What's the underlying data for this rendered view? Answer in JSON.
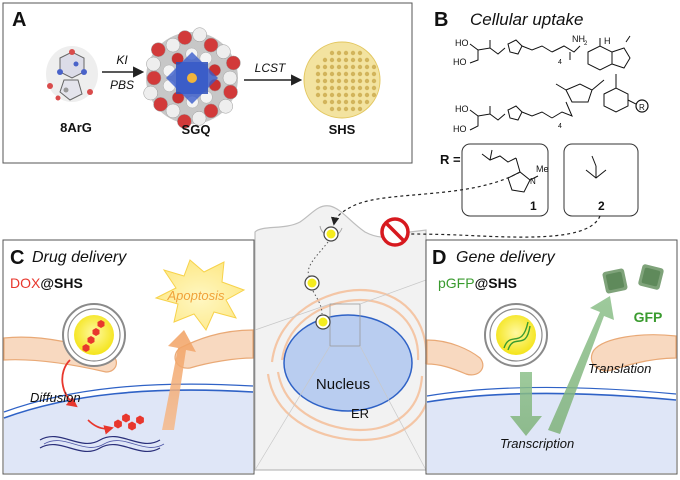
{
  "panelA": {
    "letter": "A",
    "reagent_top": "KI",
    "reagent_bottom": "PBS",
    "lcst": "LCST",
    "label_8arg": "8ArG",
    "label_sgq": "SGQ",
    "label_shs": "SHS"
  },
  "panelB": {
    "letter": "B",
    "title": "Cellular uptake",
    "r_label": "R =",
    "r_circle": "R",
    "n4a": "4",
    "n4b": "4",
    "nh2": "NH",
    "nh2_sub": "2",
    "h": "H",
    "ho1": "HO",
    "ho2": "HO",
    "ho3": "HO",
    "ho4": "HO",
    "me": "Me",
    "n_me": "N",
    "compound1": "1",
    "compound2": "2"
  },
  "panelC": {
    "letter": "C",
    "title": "Drug delivery",
    "dox": "DOX",
    "at_shs": "@SHS",
    "apoptosis": "Apoptosis",
    "diffusion": "Diffusion"
  },
  "panelD": {
    "letter": "D",
    "title": "Gene delivery",
    "pgfp": "pGFP",
    "at_shs": "@SHS",
    "gfp": "GFP",
    "translation": "Translation",
    "transcription": "Transcription"
  },
  "cell": {
    "nucleus": "Nucleus",
    "er": "ER"
  },
  "colors": {
    "panel_border": "#555555",
    "cytoplasm": "#dfe6f7",
    "nucleus_fill": "#b9cdf0",
    "nucleus_stroke": "#2f62c6",
    "membrane": "#e9a976",
    "shs_yellow": "#f5ec1e",
    "dox_red": "#e8372d",
    "gfp_green": "#3a9b2f",
    "prohibit_red": "#d7191f"
  }
}
